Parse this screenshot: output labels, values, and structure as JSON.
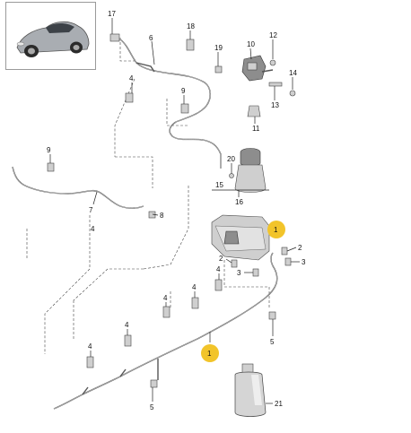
{
  "diagram": {
    "labels": {
      "l17": "17",
      "l18": "18",
      "l6": "6",
      "l19": "19",
      "l10": "10",
      "l12": "12",
      "l14": "14",
      "l4a": "4",
      "l9a": "9",
      "l13": "13",
      "l11": "11",
      "l9b": "9",
      "l20": "20",
      "l7": "7",
      "l8": "8",
      "l16": "16",
      "l15": "15",
      "l1a": "1",
      "l2a": "2",
      "l2b": "2",
      "l3a": "3",
      "l3b": "3",
      "l4b": "4",
      "l4c": "4",
      "l4d": "4",
      "l4e": "4",
      "l4f": "4",
      "l4g": "4",
      "l5a": "5",
      "l5b": "5",
      "l1b": "1",
      "l21": "21"
    },
    "highlight_color": "#f2c42a"
  }
}
